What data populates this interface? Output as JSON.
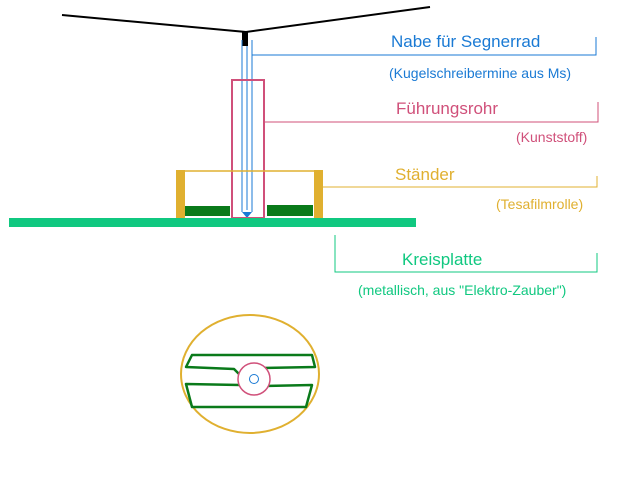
{
  "labels": {
    "nabe": {
      "title": "Nabe für Segnerrad",
      "sub": "(Kugelschreibermine aus Ms)"
    },
    "rohr": {
      "title": "Führungsrohr",
      "sub": "(Kunststoff)"
    },
    "staender": {
      "title": "Ständer",
      "sub": "(Tesafilmrolle)"
    },
    "platte": {
      "title": "Kreisplatte",
      "sub": "(metallisch, aus \"Elektro-Zauber\")"
    }
  },
  "colors": {
    "nabe": "#1a7ad4",
    "rohr": "#d0507a",
    "staender": "#e0b030",
    "platte": "#10c880",
    "dark_green": "#0a7a1a",
    "black": "#000000"
  }
}
